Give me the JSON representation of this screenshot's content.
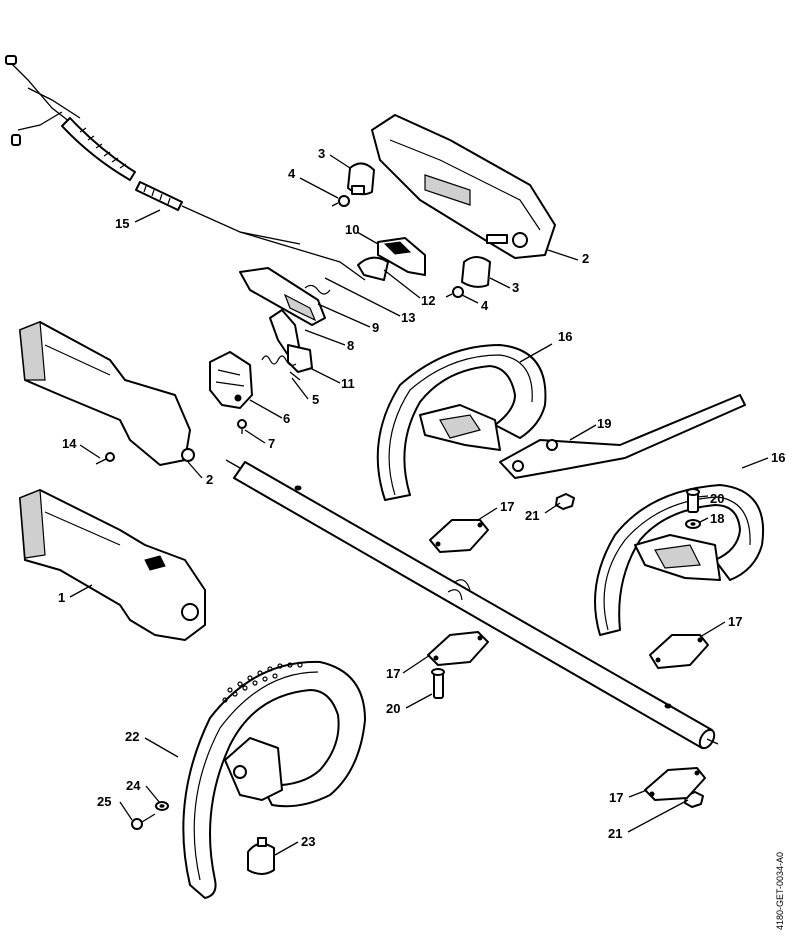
{
  "diagram": {
    "document_id": "4180-GET-0034-A0",
    "callouts": [
      {
        "key": "p3a",
        "label": "3"
      },
      {
        "key": "p4a",
        "label": "4"
      },
      {
        "key": "p15",
        "label": "15"
      },
      {
        "key": "p10",
        "label": "10"
      },
      {
        "key": "p2a",
        "label": "2"
      },
      {
        "key": "p3b",
        "label": "3"
      },
      {
        "key": "p4b",
        "label": "4"
      },
      {
        "key": "p12",
        "label": "12"
      },
      {
        "key": "p13",
        "label": "13"
      },
      {
        "key": "p9",
        "label": "9"
      },
      {
        "key": "p8",
        "label": "8"
      },
      {
        "key": "p16a",
        "label": "16"
      },
      {
        "key": "p11",
        "label": "11"
      },
      {
        "key": "p5",
        "label": "5"
      },
      {
        "key": "p6",
        "label": "6"
      },
      {
        "key": "p7",
        "label": "7"
      },
      {
        "key": "p14",
        "label": "14"
      },
      {
        "key": "p2b",
        "label": "2"
      },
      {
        "key": "p19",
        "label": "19"
      },
      {
        "key": "p16b",
        "label": "16"
      },
      {
        "key": "p20a",
        "label": "20"
      },
      {
        "key": "p18",
        "label": "18"
      },
      {
        "key": "p17a",
        "label": "17"
      },
      {
        "key": "p21a",
        "label": "21"
      },
      {
        "key": "p1",
        "label": "1"
      },
      {
        "key": "p17b",
        "label": "17"
      },
      {
        "key": "p17c",
        "label": "17"
      },
      {
        "key": "p20b",
        "label": "20"
      },
      {
        "key": "p22",
        "label": "22"
      },
      {
        "key": "p24",
        "label": "24"
      },
      {
        "key": "p25",
        "label": "25"
      },
      {
        "key": "p23",
        "label": "23"
      },
      {
        "key": "p17d",
        "label": "17"
      },
      {
        "key": "p21b",
        "label": "21"
      }
    ]
  }
}
